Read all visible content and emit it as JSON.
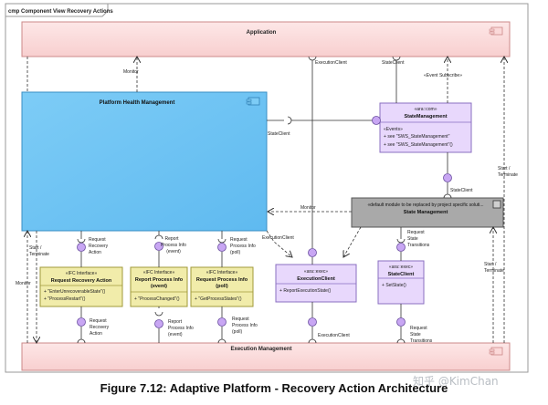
{
  "frame_title": "cmp Component View Recovery Actions",
  "caption": "Figure 7.12: Adaptive Platform - Recovery Action Architecture",
  "watermark": "知乎 @KimChan",
  "components": {
    "application": "Application",
    "execution_management": "Execution Management",
    "phm": "Platform Health Management",
    "state_mgmt": {
      "stereotype": "«ara::com»",
      "name": "StateManagement",
      "section": "«Events»",
      "items": [
        "see \"SWS_StateManagement\"",
        "see \"SWS_StateManagement\"()"
      ]
    },
    "state_mgmt_default": {
      "note": "«default module to be replaced by project specific soluti...",
      "name": "State Management"
    },
    "iface_recovery": {
      "stereotype": "«IFC Interface»",
      "name": "Request Recovery Action",
      "items": [
        "\"EnterUnrecoverableState\"()",
        "\"ProcessRestart\"()"
      ]
    },
    "iface_report": {
      "stereotype": "«IFC Interface»",
      "name_line1": "Report Process Info",
      "name_line2": "(event)",
      "items": [
        "\"ProcessChanged\"()"
      ]
    },
    "iface_request_info": {
      "stereotype": "«IFC Interface»",
      "name_line1": "Request Process Info",
      "name_line2": "(poll)",
      "items": [
        "\"GetProcessStates\"()"
      ]
    },
    "exec_client": {
      "stereotype": "«ara::exec»",
      "name": "ExecutionClient",
      "items": [
        "ReportExecutionState()"
      ]
    },
    "state_client": {
      "stereotype": "«ara::exec»",
      "name": "StateClient",
      "items": [
        "SetState()"
      ]
    }
  },
  "labels": {
    "monitor_top": "Monitor",
    "exec_client_top": "ExecutionClient",
    "state_client_top": "StateClient",
    "event_subscribe": "«Event Subscribe»",
    "state_client_mid": "StateClient",
    "state_client_lower": "StateClient",
    "monitor_mid": "Monitor",
    "execution_client_mid": "ExecutionClient",
    "start_terminate_right_top_1": "Start /",
    "start_terminate_right_top_2": "Terminate",
    "start_terminate_right_low_1": "Start /",
    "start_terminate_right_low_2": "Terminate",
    "start_terminate_left_1": "Start /",
    "start_terminate_left_2": "Terminate",
    "monitor_left": "Monitor",
    "req_recovery_top": [
      "Request",
      "Recovery",
      "Action"
    ],
    "report_info_top": [
      "Report",
      "Process Info",
      "(event)"
    ],
    "req_info_top": [
      "Request",
      "Process Info",
      "(poll)"
    ],
    "req_state_top": [
      "Request",
      "State",
      "Transitions"
    ],
    "req_recovery_bottom": [
      "Request",
      "Recovery",
      "Action"
    ],
    "report_info_bottom": [
      "Report",
      "Process Info",
      "(event)"
    ],
    "req_info_bottom": [
      "Request",
      "Process Info",
      "(poll)"
    ],
    "exec_client_bottom": "ExecutionClient",
    "req_state_bottom": [
      "Request",
      "State",
      "Transitions"
    ]
  },
  "colors": {
    "pink_fill": "#fbd9d9",
    "phm_fill": "#6cc4f4",
    "lilac_fill": "#e8d8fc",
    "yellow_fill": "#f1ecaa",
    "gray_fill": "#a9a9a9",
    "lollipop": "#c8a6f3"
  }
}
